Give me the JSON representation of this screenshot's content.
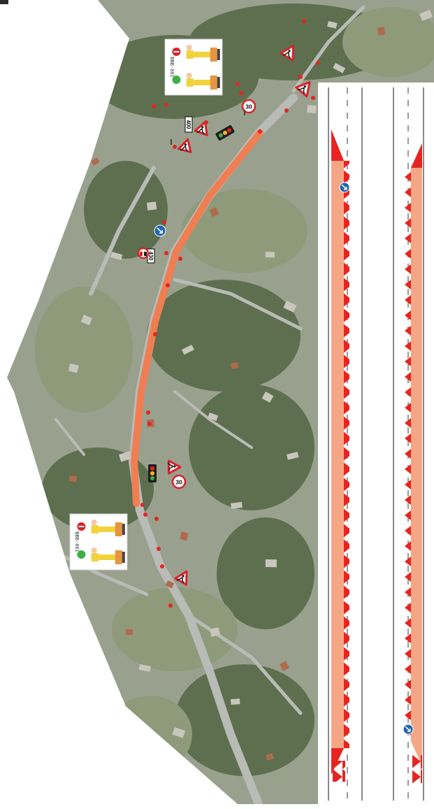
{
  "map": {
    "sheet_type": "traffic-management-plan",
    "view": "aerial-photo-with-schematic-road-strip",
    "colors": {
      "paper": "#ffffff",
      "aerial_base": "#9aa08e",
      "vegetation_dark": "#5d6f4f",
      "vegetation_light": "#8e9a79",
      "roof_red": "#b06a4c",
      "road_grey": "#b9bbb6",
      "worksite_orange": "#f07e52",
      "strip_orange": "#f5a684",
      "sign_red": "#d8232a",
      "marker_red": "#e52521",
      "blue_sign": "#2166b0",
      "signal_green": "#3fae49",
      "lane_line": "#55585c"
    }
  },
  "signs": [
    {
      "id": "flagger-panel-north",
      "icon": "flagger-stop-go-icon",
      "text": "BBB-881"
    },
    {
      "id": "flagger-panel-south",
      "icon": "flagger-stop-go-icon",
      "text": "BBB-881"
    },
    {
      "id": "speed-30-north",
      "icon": "speed-limit-icon",
      "text": "30"
    },
    {
      "id": "speed-30-south",
      "icon": "speed-limit-icon",
      "text": "30"
    },
    {
      "id": "distance-plate-north",
      "icon": "distance-plate-icon",
      "text": "400"
    },
    {
      "id": "distance-plate-center",
      "icon": "distance-plate-icon",
      "text": "430"
    },
    {
      "id": "no-overtaking",
      "icon": "no-overtaking-icon",
      "text": ""
    },
    {
      "id": "roadworks-1",
      "icon": "roadworks-warning-icon",
      "text": ""
    },
    {
      "id": "roadworks-2",
      "icon": "roadworks-warning-icon",
      "text": ""
    },
    {
      "id": "roadworks-3",
      "icon": "roadworks-warning-icon",
      "text": ""
    },
    {
      "id": "roadworks-4",
      "icon": "roadworks-warning-icon",
      "text": ""
    },
    {
      "id": "roadworks-5",
      "icon": "roadworks-warning-icon",
      "text": ""
    },
    {
      "id": "roadworks-6",
      "icon": "roadworks-warning-icon",
      "text": ""
    },
    {
      "id": "traffic-light-north",
      "icon": "traffic-light-icon",
      "text": ""
    },
    {
      "id": "traffic-light-south",
      "icon": "traffic-light-icon",
      "text": ""
    },
    {
      "id": "keep-right-map",
      "icon": "keep-right-icon",
      "text": ""
    },
    {
      "id": "keep-right-strip-north",
      "icon": "keep-right-icon",
      "text": ""
    },
    {
      "id": "keep-right-strip-south",
      "icon": "keep-right-icon",
      "text": ""
    }
  ],
  "markers": {
    "count": 26,
    "icon": "road-cone-icon"
  }
}
